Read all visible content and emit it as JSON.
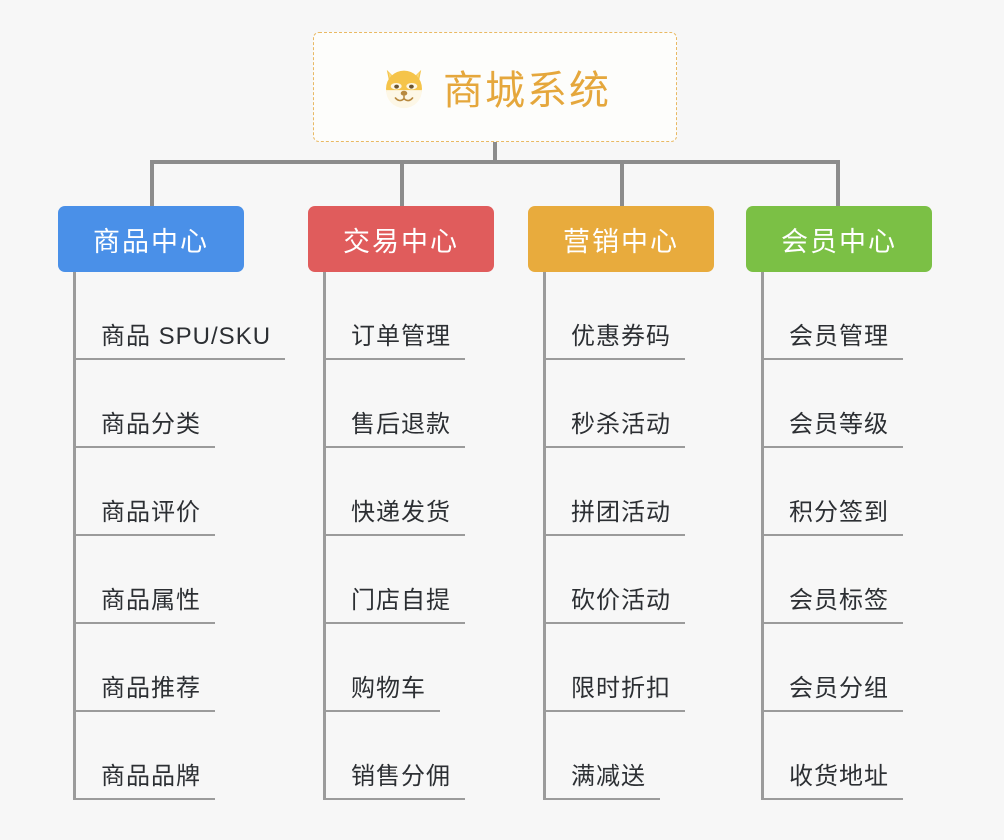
{
  "colors": {
    "background": "#f7f7f7",
    "root_border": "#e9b963",
    "root_text": "#e5a73c",
    "connector": "#8c8c8c",
    "item_line": "#9b9b9b",
    "item_text": "#2c2f33"
  },
  "root": {
    "icon": "shiba-inu-dog-face-emoji",
    "title": "商城系统"
  },
  "columns": [
    {
      "label": "商品中心",
      "color": "#4a90e8",
      "items": [
        "商品 SPU/SKU",
        "商品分类",
        "商品评价",
        "商品属性",
        "商品推荐",
        "商品品牌"
      ]
    },
    {
      "label": "交易中心",
      "color": "#e05c5c",
      "items": [
        "订单管理",
        "售后退款",
        "快递发货",
        "门店自提",
        "购物车",
        "销售分佣"
      ]
    },
    {
      "label": "营销中心",
      "color": "#e8ab3d",
      "items": [
        "优惠券码",
        "秒杀活动",
        "拼团活动",
        "砍价活动",
        "限时折扣",
        "满减送"
      ]
    },
    {
      "label": "会员中心",
      "color": "#7bc045",
      "items": [
        "会员管理",
        "会员等级",
        "积分签到",
        "会员标签",
        "会员分组",
        "收货地址"
      ]
    }
  ]
}
